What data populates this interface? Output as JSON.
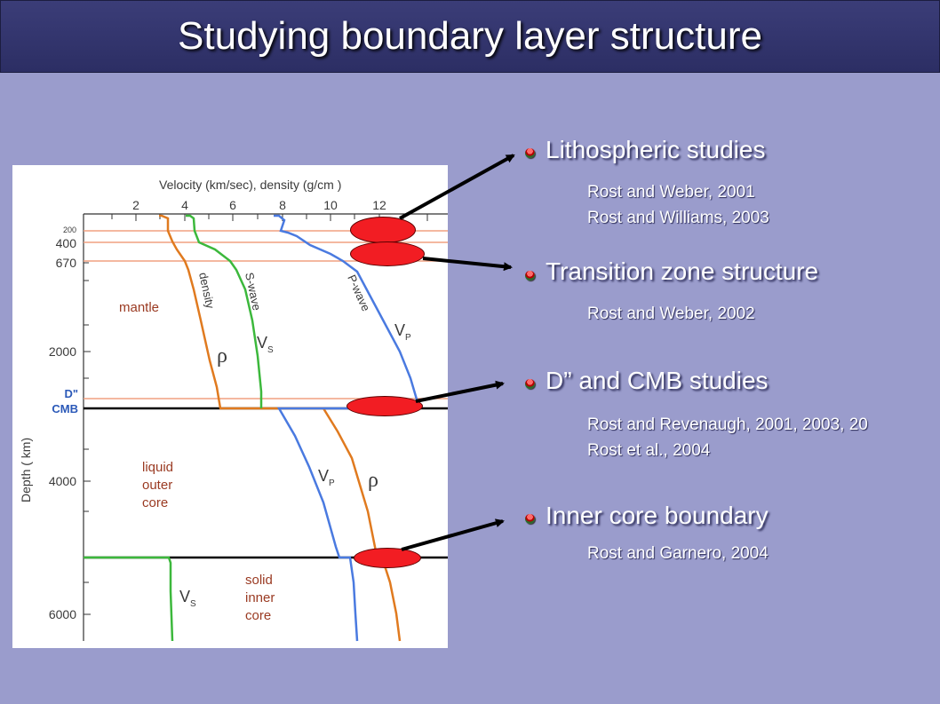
{
  "title": "Studying boundary layer structure",
  "figure": {
    "top_axis_label": "Velocity (km/sec), density (g/cm )",
    "top_ticks": [
      "2",
      "4",
      "6",
      "8",
      "10",
      "12"
    ],
    "left_axis_label": "Depth ( km)",
    "depth_ticks": [
      "200",
      "400",
      "670",
      "2000",
      "4000",
      "6000"
    ],
    "boundary_labels": {
      "d2": "D\"",
      "cmb": "CMB"
    },
    "region_labels": {
      "mantle": "mantle",
      "outer_core": [
        "liquid",
        "outer",
        "core"
      ],
      "inner_core": [
        "solid",
        "inner",
        "core"
      ]
    },
    "curve_labels": {
      "density": "density",
      "s_wave": "S-wave",
      "p_wave": "P-wave",
      "rho": "ρ",
      "vs": "V",
      "vs_sub": "S",
      "vp": "V",
      "vp_sub": "P"
    },
    "colors": {
      "density": "#e07a1f",
      "s_wave": "#3cb83c",
      "p_wave": "#4a7ae0",
      "boundary": "#f0a080",
      "cmb_line": "#000000",
      "text": "#3a3a3a",
      "region": "#9a3a22"
    }
  },
  "sections": [
    {
      "heading": "Lithospheric studies",
      "refs": [
        "Rost and Weber, 2001",
        "Rost and Williams, 2003"
      ]
    },
    {
      "heading": "Transition zone structure",
      "refs": [
        "Rost and Weber, 2002"
      ]
    },
    {
      "heading": "D” and CMB studies",
      "refs": [
        "Rost and Revenaugh, 2001, 2003, 20",
        "Rost et al., 2004"
      ]
    },
    {
      "heading": "Inner core boundary",
      "refs": [
        "Rost and Garnero, 2004"
      ]
    }
  ],
  "marker_color": "#f21d23"
}
